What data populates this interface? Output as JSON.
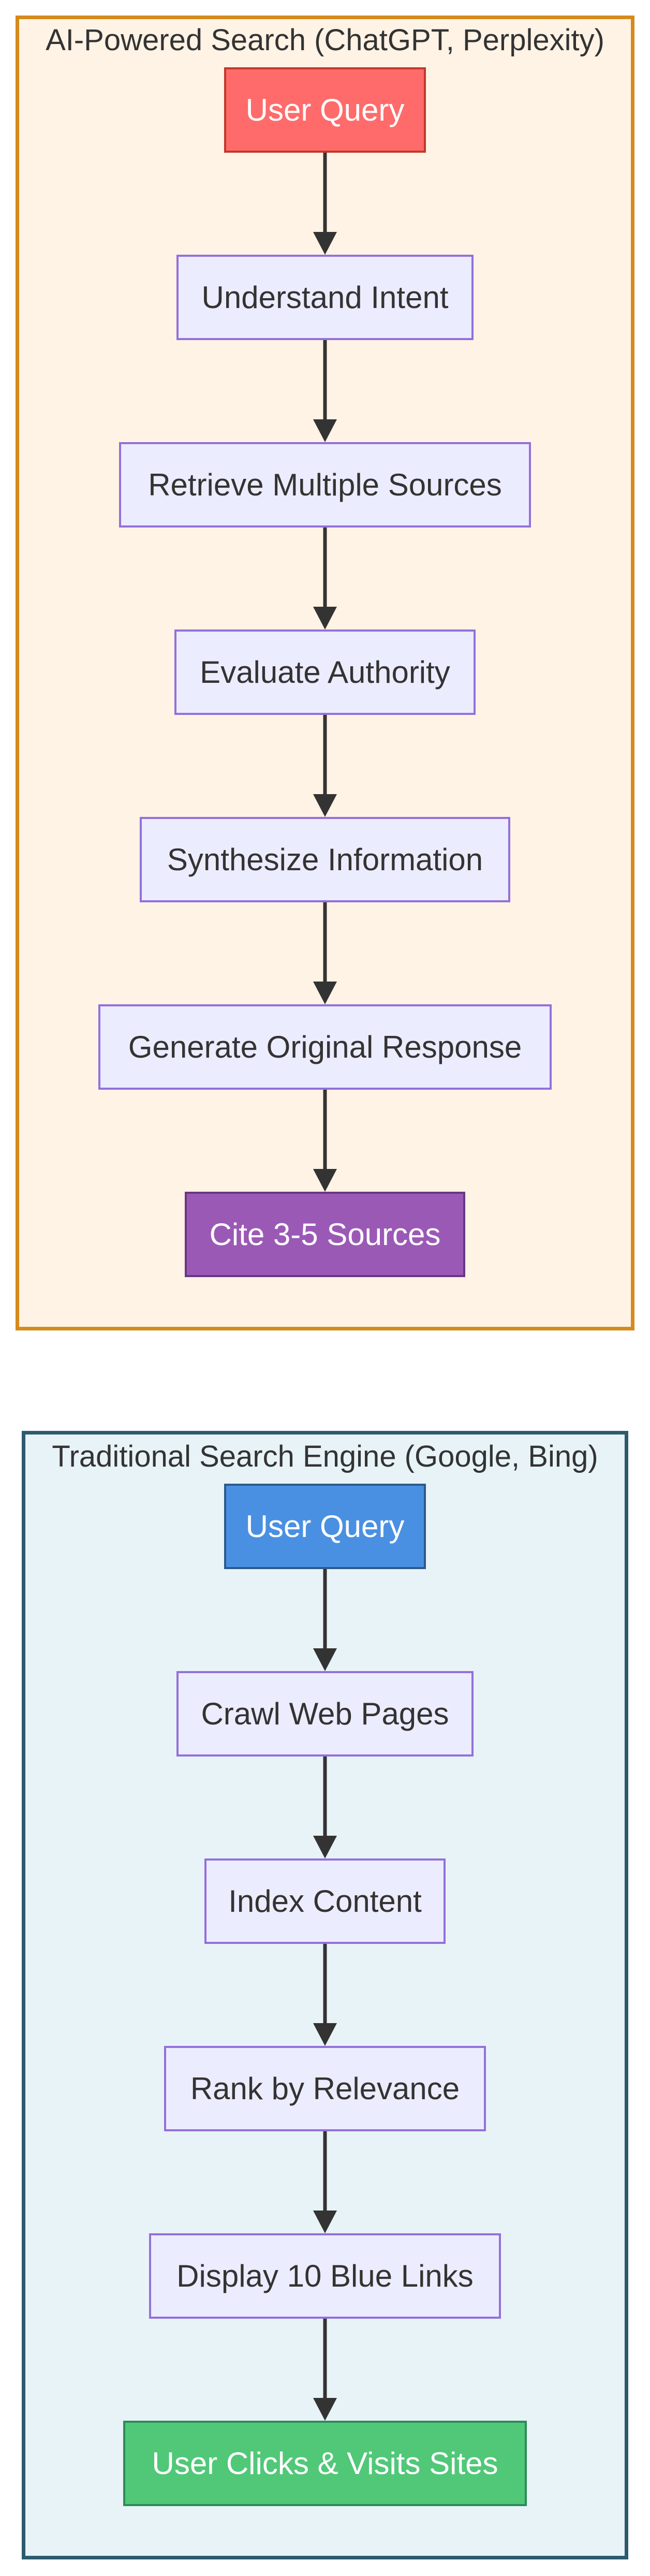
{
  "clusters": [
    {
      "title": "AI-Powered Search (ChatGPT, Perplexity)",
      "fill": "#fff3e5",
      "stroke": "#d58a1c",
      "nodes": [
        {
          "label": "User Query",
          "fill": "#ff6b6b",
          "stroke": "#c0392b",
          "text_color": "#ffffff"
        },
        {
          "label": "Understand Intent"
        },
        {
          "label": "Retrieve Multiple Sources"
        },
        {
          "label": "Evaluate Authority"
        },
        {
          "label": "Synthesize Information"
        },
        {
          "label": "Generate Original Response"
        },
        {
          "label": "Cite 3-5 Sources",
          "fill": "#9b59b6",
          "stroke": "#6c3483",
          "text_color": "#ffffff"
        }
      ]
    },
    {
      "title": "Traditional Search Engine (Google, Bing)",
      "fill": "#e8f3f7",
      "stroke": "#2c5a6e",
      "nodes": [
        {
          "label": "User Query",
          "fill": "#4a90e2",
          "stroke": "#2c5a8a",
          "text_color": "#ffffff"
        },
        {
          "label": "Crawl Web Pages"
        },
        {
          "label": "Index Content"
        },
        {
          "label": "Rank by Relevance"
        },
        {
          "label": "Display 10 Blue Links"
        },
        {
          "label": "User Clicks & Visits Sites",
          "fill": "#50c878",
          "stroke": "#2e8b57",
          "text_color": "#ffffff"
        }
      ]
    }
  ],
  "edge_color": "#333333"
}
